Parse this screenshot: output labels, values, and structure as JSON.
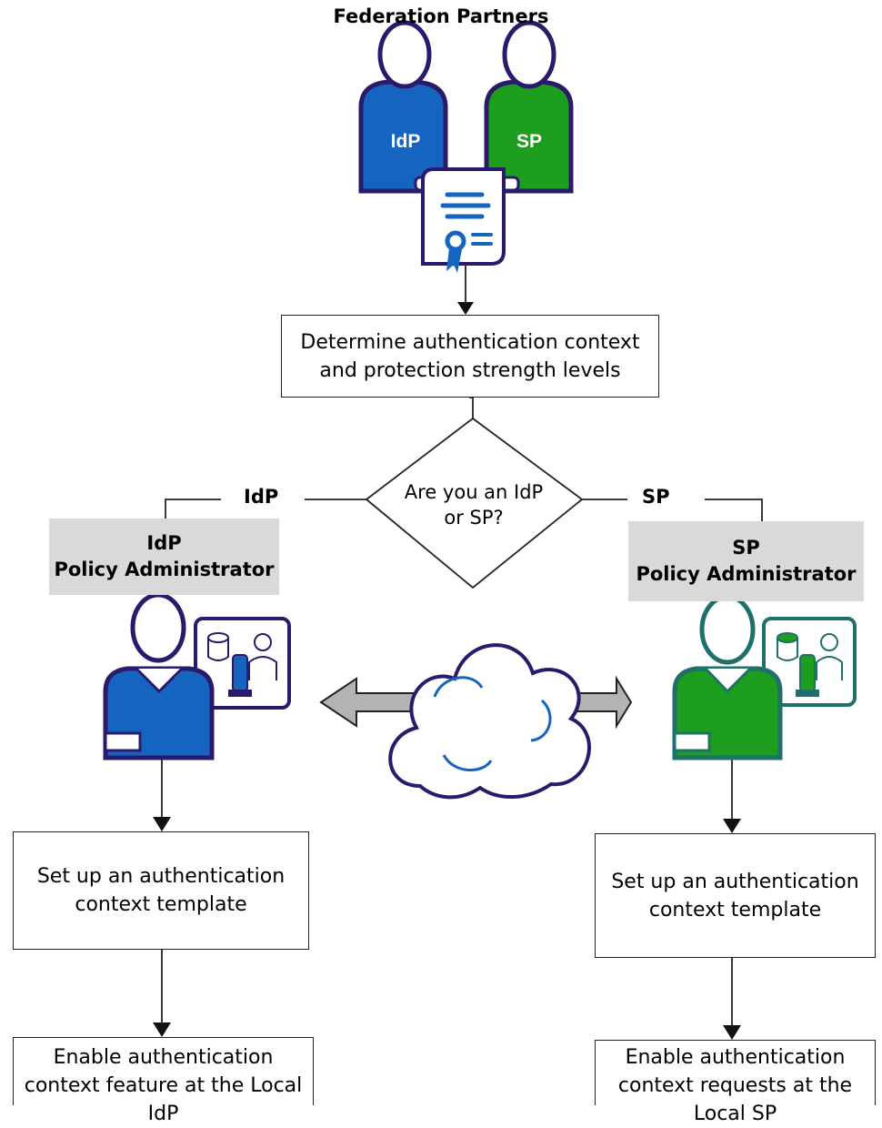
{
  "header": {
    "title": "Federation Partners"
  },
  "partners": {
    "idp_label": "IdP",
    "sp_label": "SP"
  },
  "step1": {
    "text": "Determine authentication context and protection strength levels"
  },
  "decision": {
    "question": "Are you an IdP or SP?",
    "branch_left": "IdP",
    "branch_right": "SP"
  },
  "idp_admin": {
    "line1": "IdP",
    "line2": "Policy Administrator"
  },
  "sp_admin": {
    "line1": "SP",
    "line2": "Policy Administrator"
  },
  "idp_steps": [
    {
      "text": "Set up an authentication context template"
    },
    {
      "text": "Enable authentication context feature at the Local IdP"
    }
  ],
  "sp_steps": [
    {
      "text": "Set up an authentication context template"
    },
    {
      "text": "Enable authentication context requests at the Local SP"
    }
  ],
  "colors": {
    "idp_blue": "#1565c0",
    "sp_green": "#1e9e1e",
    "outline_purple": "#2b1a6b",
    "outline_teal": "#1f6f6a",
    "role_gray": "#d9d9d9",
    "arrow_gray": "#b3b3b3"
  },
  "icons": [
    "two-people-icon",
    "certificate-icon",
    "admin-user-icon",
    "cloud-icon",
    "double-arrow-icon"
  ]
}
